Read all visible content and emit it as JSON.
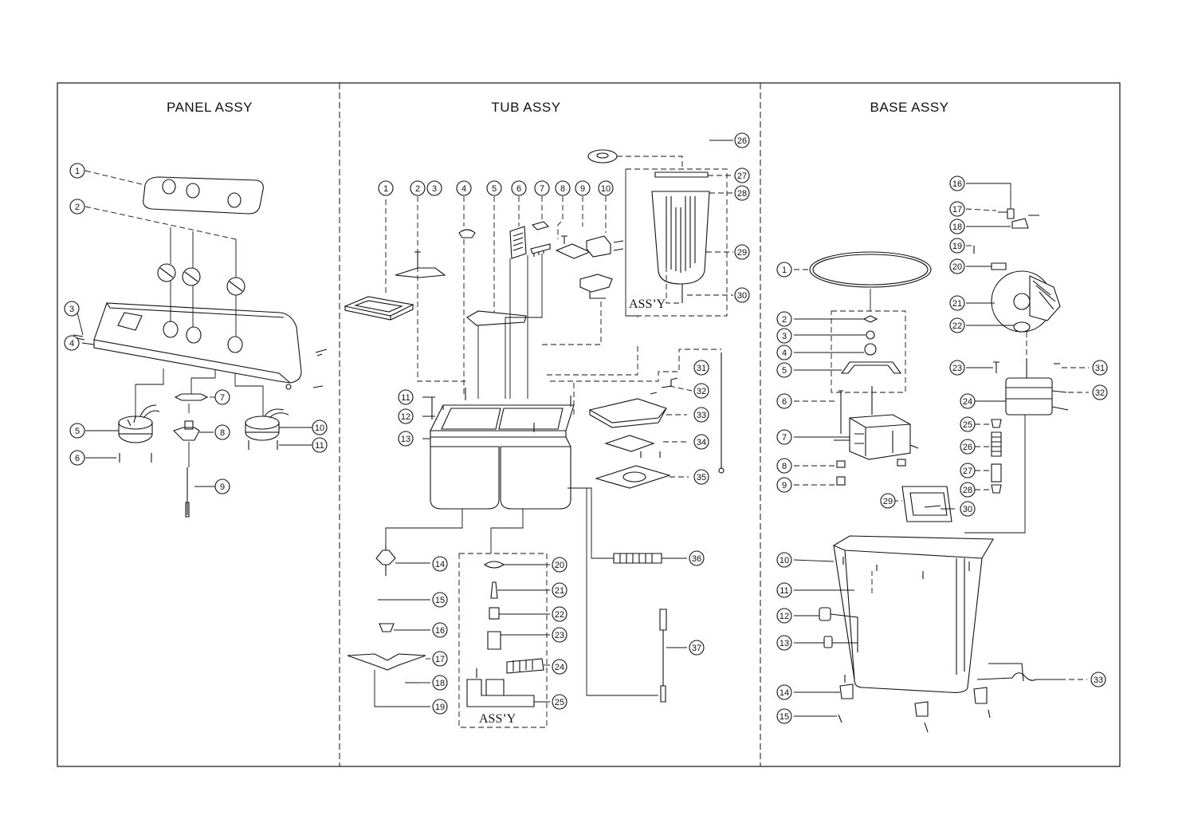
{
  "sections": [
    {
      "key": "panel",
      "title": "PANEL ASSY"
    },
    {
      "key": "tub",
      "title": "TUB ASSY"
    },
    {
      "key": "base",
      "title": "BASE ASSY"
    }
  ],
  "sub_assembly_labels": [
    "ASS’Y",
    "ASS’Y"
  ],
  "panel_callouts": [
    "1",
    "2",
    "3",
    "4",
    "5",
    "6",
    "7",
    "8",
    "9",
    "10",
    "11"
  ],
  "tub_callouts": [
    "1",
    "2",
    "3",
    "4",
    "5",
    "6",
    "7",
    "8",
    "9",
    "10",
    "11",
    "12",
    "13",
    "14",
    "15",
    "16",
    "17",
    "18",
    "19",
    "20",
    "21",
    "22",
    "23",
    "24",
    "25",
    "26",
    "27",
    "28",
    "29",
    "30",
    "31",
    "32",
    "33",
    "34",
    "35",
    "36",
    "37"
  ],
  "base_callouts": [
    "1",
    "2",
    "3",
    "4",
    "5",
    "6",
    "7",
    "8",
    "9",
    "10",
    "11",
    "12",
    "13",
    "14",
    "15",
    "16",
    "17",
    "18",
    "19",
    "20",
    "21",
    "22",
    "23",
    "24",
    "25",
    "26",
    "27",
    "28",
    "29",
    "30",
    "31",
    "32",
    "33"
  ]
}
